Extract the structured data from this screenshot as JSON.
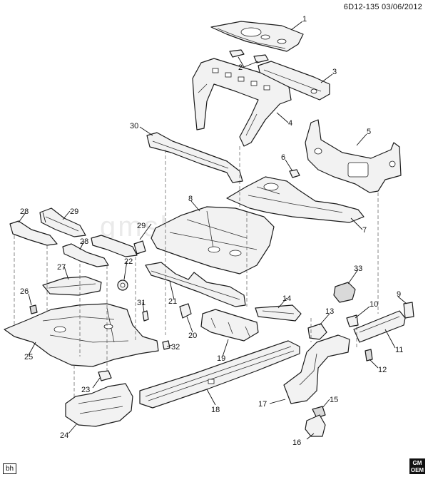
{
  "header": {
    "code": "6D12-135",
    "date": "03/06/2012"
  },
  "watermark": "gmshlad.ru",
  "corner_tag": "bh",
  "logo": {
    "line1": "GM",
    "line2": "OEM"
  },
  "callouts": {
    "c1": "1",
    "c2": "2",
    "c3": "3",
    "c4": "4",
    "c5": "5",
    "c6": "6",
    "c7": "7",
    "c8": "8",
    "c9": "9",
    "c10": "10",
    "c11": "11",
    "c12": "12",
    "c13": "13",
    "c14": "14",
    "c15": "15",
    "c16": "16",
    "c17": "17",
    "c18": "18",
    "c19": "19",
    "c20": "20",
    "c21": "21",
    "c22": "22",
    "c23": "23",
    "c24": "24",
    "c25": "25",
    "c26": "26",
    "c27": "27",
    "c28a": "28",
    "c28b": "28",
    "c29a": "29",
    "c29b": "29",
    "c30": "30",
    "c31": "31",
    "c32": "32",
    "c33": "33"
  }
}
